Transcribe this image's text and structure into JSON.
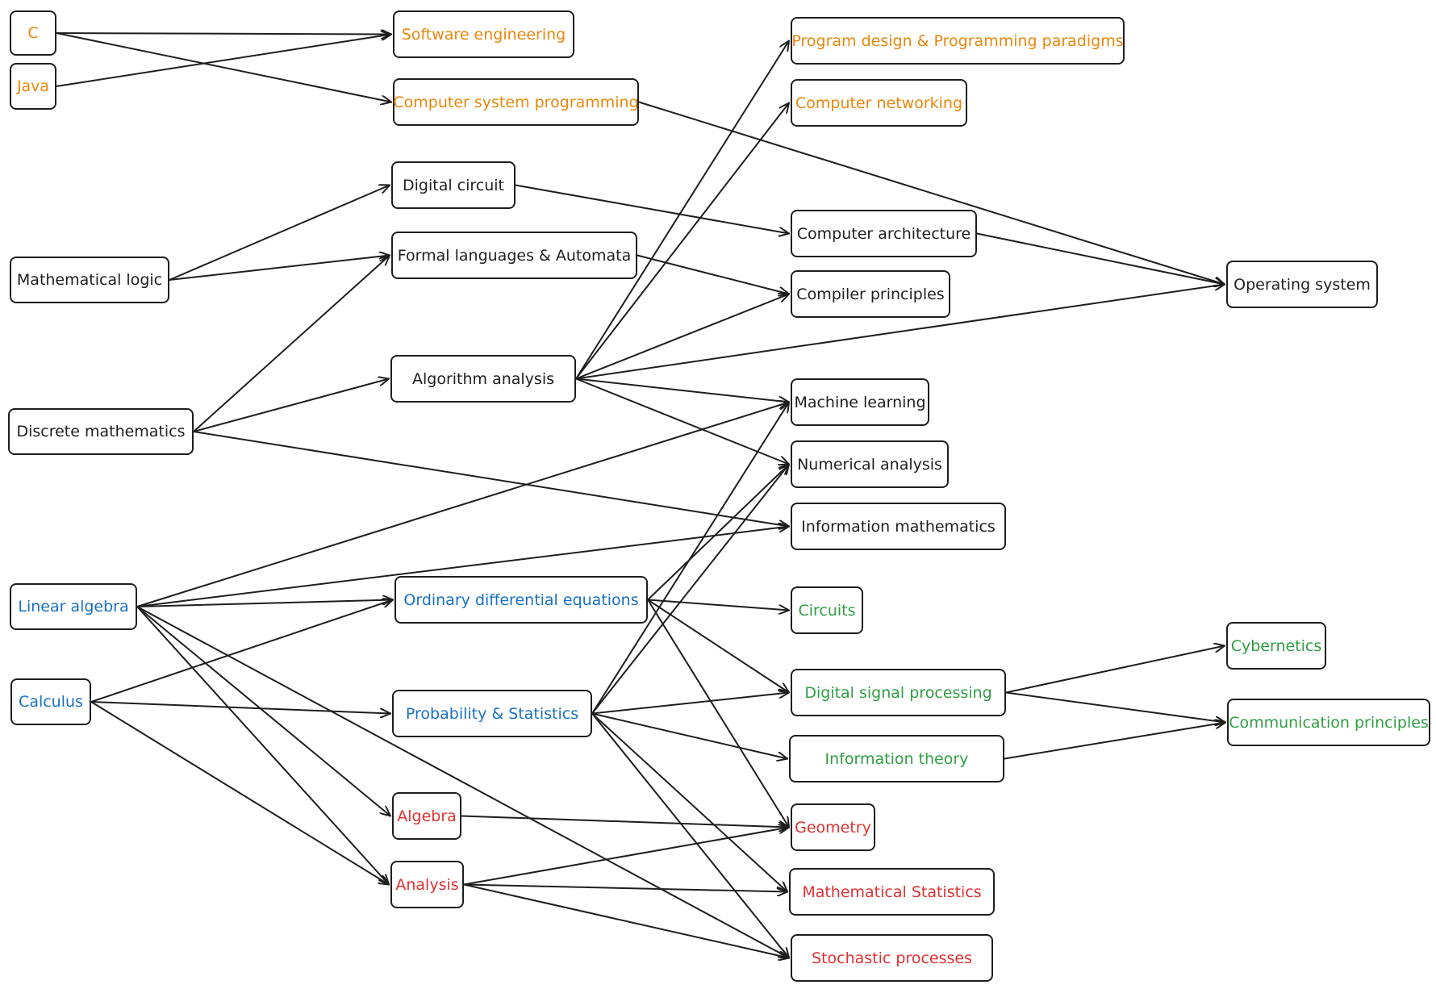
{
  "colors": {
    "orange": "#e8870c",
    "black": "#1e1e1e",
    "blue": "#1971c2",
    "green": "#2f9e44",
    "red": "#e03131"
  },
  "nodes": {
    "c": "C",
    "java": "Java",
    "software_engineering": "Software engineering",
    "computer_system_programming": "Computer system programming",
    "program_design": "Program design & Programming paradigms",
    "computer_networking": "Computer networking",
    "digital_circuit": "Digital circuit",
    "mathematical_logic": "Mathematical logic",
    "formal_languages": "Formal languages & Automata",
    "computer_architecture": "Computer architecture",
    "compiler_principles": "Compiler principles",
    "operating_system": "Operating system",
    "algorithm_analysis": "Algorithm analysis",
    "discrete_mathematics": "Discrete mathematics",
    "machine_learning": "Machine learning",
    "numerical_analysis": "Numerical analysis",
    "information_mathematics": "Information mathematics",
    "linear_algebra": "Linear algebra",
    "ode": "Ordinary differential equations",
    "circuits": "Circuits",
    "cybernetics": "Cybernetics",
    "calculus": "Calculus",
    "probability_statistics": "Probability & Statistics",
    "digital_signal_processing": "Digital signal processing",
    "communication_principles": "Communication principles",
    "information_theory": "Information theory",
    "algebra": "Algebra",
    "geometry": "Geometry",
    "analysis": "Analysis",
    "mathematical_statistics": "Mathematical Statistics",
    "stochastic_processes": "Stochastic processes"
  },
  "edges": [
    [
      "c",
      "software_engineering"
    ],
    [
      "c",
      "computer_system_programming"
    ],
    [
      "java",
      "software_engineering"
    ],
    [
      "computer_system_programming",
      "operating_system"
    ],
    [
      "mathematical_logic",
      "digital_circuit"
    ],
    [
      "mathematical_logic",
      "formal_languages"
    ],
    [
      "digital_circuit",
      "computer_architecture"
    ],
    [
      "computer_architecture",
      "operating_system"
    ],
    [
      "formal_languages",
      "compiler_principles"
    ],
    [
      "discrete_mathematics",
      "formal_languages"
    ],
    [
      "discrete_mathematics",
      "algorithm_analysis"
    ],
    [
      "discrete_mathematics",
      "information_mathematics"
    ],
    [
      "algorithm_analysis",
      "program_design"
    ],
    [
      "algorithm_analysis",
      "computer_networking"
    ],
    [
      "algorithm_analysis",
      "compiler_principles"
    ],
    [
      "algorithm_analysis",
      "operating_system"
    ],
    [
      "algorithm_analysis",
      "machine_learning"
    ],
    [
      "algorithm_analysis",
      "numerical_analysis"
    ],
    [
      "linear_algebra",
      "machine_learning"
    ],
    [
      "linear_algebra",
      "information_mathematics"
    ],
    [
      "linear_algebra",
      "ode"
    ],
    [
      "linear_algebra",
      "algebra"
    ],
    [
      "linear_algebra",
      "analysis"
    ],
    [
      "linear_algebra",
      "stochastic_processes"
    ],
    [
      "calculus",
      "ode"
    ],
    [
      "calculus",
      "probability_statistics"
    ],
    [
      "calculus",
      "analysis"
    ],
    [
      "ode",
      "numerical_analysis"
    ],
    [
      "ode",
      "circuits"
    ],
    [
      "ode",
      "digital_signal_processing"
    ],
    [
      "ode",
      "geometry"
    ],
    [
      "probability_statistics",
      "machine_learning"
    ],
    [
      "probability_statistics",
      "numerical_analysis"
    ],
    [
      "probability_statistics",
      "digital_signal_processing"
    ],
    [
      "probability_statistics",
      "information_theory"
    ],
    [
      "probability_statistics",
      "mathematical_statistics"
    ],
    [
      "probability_statistics",
      "stochastic_processes"
    ],
    [
      "digital_signal_processing",
      "cybernetics"
    ],
    [
      "digital_signal_processing",
      "communication_principles"
    ],
    [
      "information_theory",
      "communication_principles"
    ],
    [
      "algebra",
      "geometry"
    ],
    [
      "analysis",
      "geometry"
    ],
    [
      "analysis",
      "mathematical_statistics"
    ],
    [
      "analysis",
      "stochastic_processes"
    ]
  ]
}
